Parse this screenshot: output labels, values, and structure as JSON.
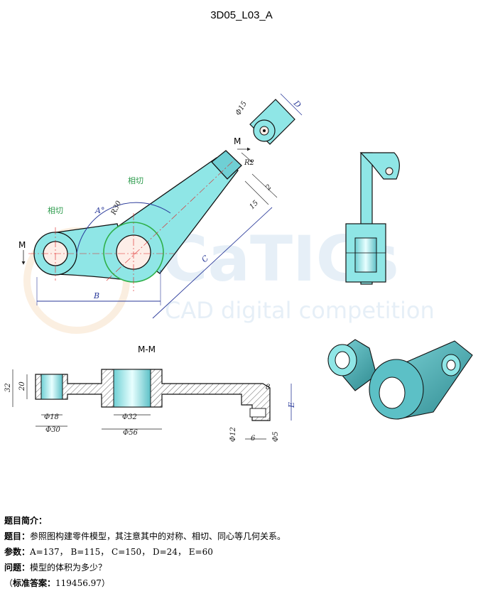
{
  "header": {
    "title": "3D05_L03_A"
  },
  "watermark": {
    "brand": "CaTICs",
    "subtitle": "CAD digital competition"
  },
  "front_view": {
    "label_m_left": "M",
    "label_m_top": "M",
    "tangent_1": "相切",
    "tangent_2": "相切",
    "dims": {
      "angle": "A°",
      "radius_30": "R30",
      "radius_2": "R2",
      "dim_b": "B",
      "dim_c": "C",
      "dim_15": "15",
      "dim_2": "2"
    }
  },
  "detail_view": {
    "dia_15": "Φ15",
    "dim_d": "D"
  },
  "section_view": {
    "label": "M-M",
    "dims": {
      "h_32": "32",
      "h_20": "20",
      "dia_18": "Φ18",
      "dia_30": "Φ30",
      "dia_32": "Φ32",
      "dia_56": "Φ56",
      "dia_12": "Φ12",
      "dim_6": "6",
      "dia_5": "Φ5",
      "dim_8": "8",
      "dim_e": "E"
    }
  },
  "info": {
    "intro_heading": "题目简介：",
    "task_label": "题目：",
    "task_text": "参照图构建零件模型，其注意其中的对称、相切、同心等几何关系。",
    "params_label": "参数：",
    "params_text": "A=137，  B=115，  C=150，  D=24，  E=60",
    "question_label": "问题：",
    "question_text": "模型的体积为多少？",
    "answer_open": "（",
    "answer_label": "标准答案：",
    "answer_text": "119456.97）"
  },
  "colors": {
    "part_fill": "#8fe6e6",
    "part_dark": "#3a8f95",
    "dim_blue": "#2a3a9a",
    "tangent_green": "#2fb04a"
  }
}
